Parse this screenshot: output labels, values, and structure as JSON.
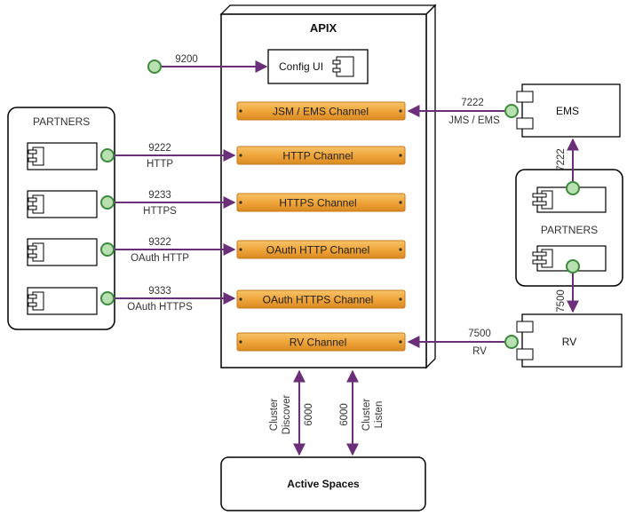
{
  "apix": {
    "title": "APIX",
    "config_ui": "Config UI"
  },
  "channels": [
    "JSM / EMS Channel",
    "HTTP Channel",
    "HTTPS Channel",
    "OAuth HTTP Channel",
    "OAuth HTTPS Channel",
    "RV Channel"
  ],
  "partners_left": {
    "title": "PARTNERS"
  },
  "partners_right": {
    "title": "PARTNERS"
  },
  "ems": {
    "label": "EMS"
  },
  "rv": {
    "label": "RV"
  },
  "active_spaces": {
    "label": "Active Spaces"
  },
  "ports": {
    "config": "9200",
    "http_num": "9222",
    "http_name": "HTTP",
    "https_num": "9233",
    "https_name": "HTTPS",
    "oauth_http_num": "9322",
    "oauth_http_name": "OAuth HTTP",
    "oauth_https_num": "9333",
    "oauth_https_name": "OAuth HTTPS",
    "ems_num": "7222",
    "ems_name": "JMS / EMS",
    "ems_vertical": "7222",
    "rv_num": "7500",
    "rv_name": "RV",
    "rv_vertical": "7500",
    "cluster_discover_port": "6000",
    "cluster_discover_name_1": "Cluster",
    "cluster_discover_name_2": "Discover",
    "cluster_listen_port": "6000",
    "cluster_listen_name_1": "Cluster",
    "cluster_listen_name_2": "Listen"
  },
  "colors": {
    "arrow": "#6b2f7a",
    "channel_fill": "#f0a53a",
    "channel_edge": "#c8791c",
    "node_fill": "#b8e0b0",
    "node_stroke": "#3c8a3c"
  }
}
